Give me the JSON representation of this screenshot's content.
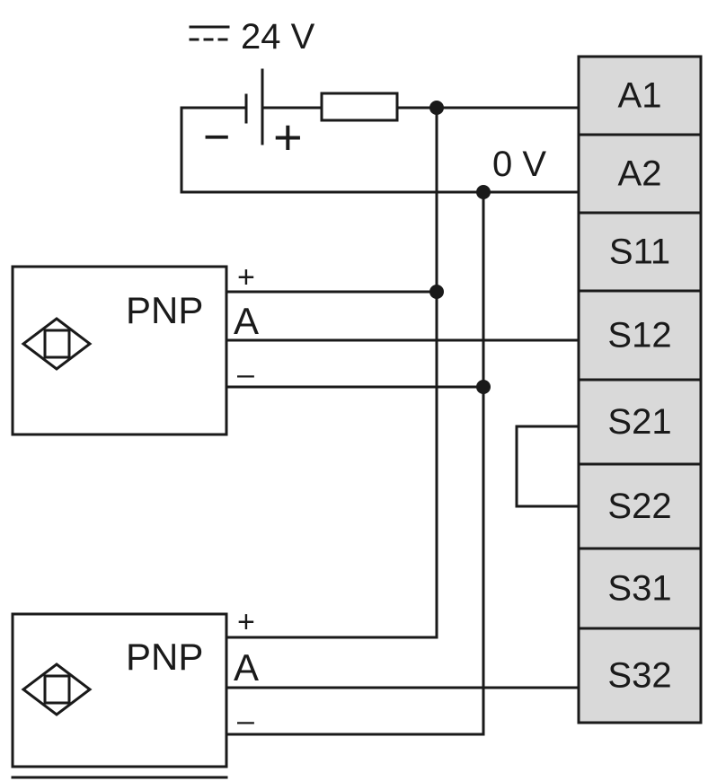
{
  "supply": {
    "voltage_label": "24 V",
    "zero_label": "0 V",
    "minus_label": "−",
    "plus_label": "+"
  },
  "terminals": [
    {
      "id": "a1",
      "label": "A1"
    },
    {
      "id": "a2",
      "label": "A2"
    },
    {
      "id": "s11",
      "label": "S11"
    },
    {
      "id": "s12",
      "label": "S12"
    },
    {
      "id": "s21",
      "label": "S21"
    },
    {
      "id": "s22",
      "label": "S22"
    },
    {
      "id": "s31",
      "label": "S31"
    },
    {
      "id": "s32",
      "label": "S32"
    }
  ],
  "sensors": [
    {
      "type_label": "PNP",
      "plus_label": "+",
      "output_label": "A",
      "minus_label": "–"
    },
    {
      "type_label": "PNP",
      "plus_label": "+",
      "output_label": "A",
      "minus_label": "–"
    }
  ],
  "colors": {
    "line": "#1a1a1a",
    "terminal_fill": "#d9d9d9",
    "background": "#ffffff"
  }
}
